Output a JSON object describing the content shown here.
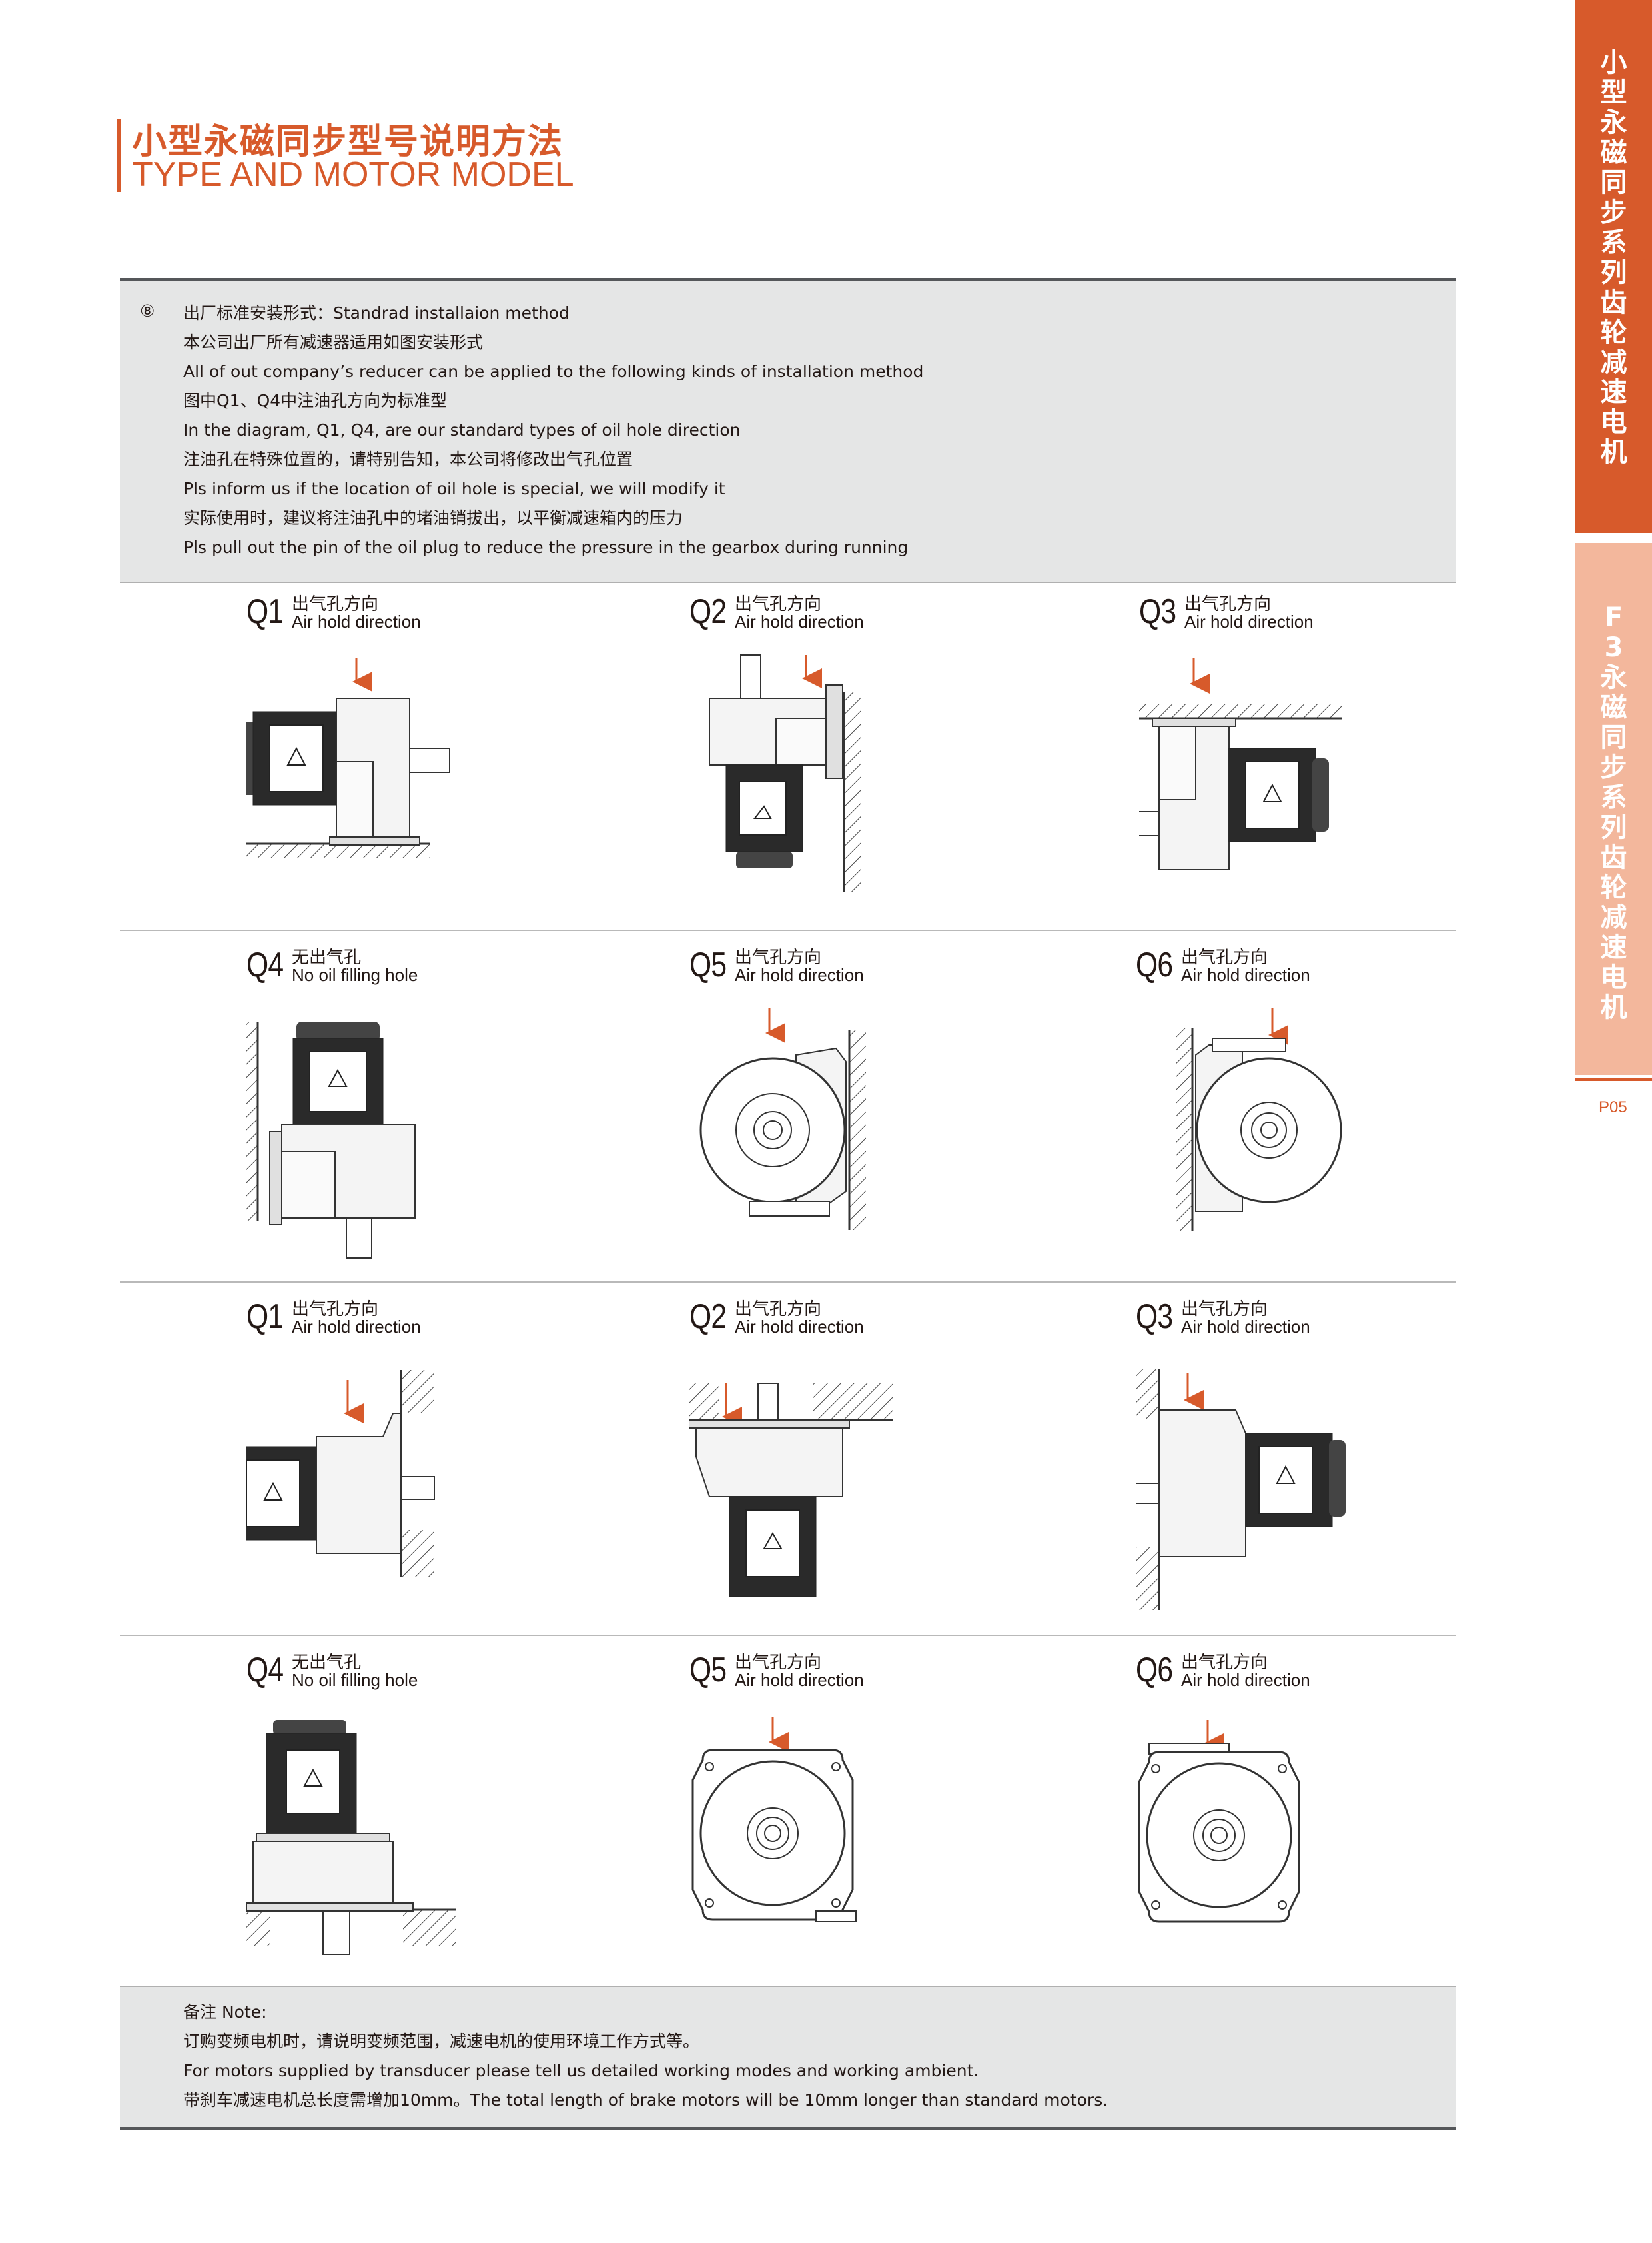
{
  "title": {
    "cn": "小型永磁同步型号说明方法",
    "en": "TYPE AND MOTOR MODEL"
  },
  "intro": {
    "marker": "⑧",
    "lines": [
      "出厂标准安装形式：Standrad installaion method",
      "本公司出厂所有减速器适用如图安装形式",
      "All of out company’s reducer can be applied to the following kinds of installation method",
      "图中Q1、Q4中注油孔方向为标准型",
      "In the diagram, Q1, Q4, are our standard types of oil hole direction",
      "注油孔在特殊位置的，请特别告知，本公司将修改出气孔位置",
      "Pls inform us if the location of oil hole is special, we will modify it",
      "实际使用时，建议将注油孔中的堵油销拔出，以平衡减速箱内的压力",
      "Pls pull out the pin of the oil plug to reduce the pressure in the gearbox during running"
    ]
  },
  "cells": [
    {
      "q": "Q1",
      "cn": "出气孔方向",
      "en": "Air hold direction"
    },
    {
      "q": "Q2",
      "cn": "出气孔方向",
      "en": "Air hold direction"
    },
    {
      "q": "Q3",
      "cn": "出气孔方向",
      "en": "Air hold direction"
    },
    {
      "q": "Q4",
      "cn": "无出气孔",
      "en": "No oil filling hole"
    },
    {
      "q": "Q5",
      "cn": "出气孔方向",
      "en": "Air hold direction"
    },
    {
      "q": "Q6",
      "cn": "出气孔方向",
      "en": "Air hold direction"
    },
    {
      "q": "Q1",
      "cn": "出气孔方向",
      "en": "Air hold direction"
    },
    {
      "q": "Q2",
      "cn": "出气孔方向",
      "en": "Air hold direction"
    },
    {
      "q": "Q3",
      "cn": "出气孔方向",
      "en": "Air hold direction"
    },
    {
      "q": "Q4",
      "cn": "无出气孔",
      "en": "No  oil  filling  hole"
    },
    {
      "q": "Q5",
      "cn": "出气孔方向",
      "en": "Air hold direction"
    },
    {
      "q": "Q6",
      "cn": "出气孔方向",
      "en": "Air hold direction"
    }
  ],
  "note": {
    "lines": [
      "备注 Note:",
      "订购变频电机时，请说明变频范围，减速电机的使用环境工作方式等。",
      "For motors supplied by transducer please tell us detailed working modes and working ambient.",
      "带刹车减速电机总长度需增加10mm。The total length of brake motors will be 10mm longer than standard motors."
    ]
  },
  "sidebar": {
    "top_text": "小型永磁同步系列齿轮减速电机",
    "mid_text": "F3永磁同步系列齿轮减速电机",
    "page": "P05"
  },
  "colors": {
    "accent": "#d75a2b",
    "accent_light": "#f3b79c",
    "panel": "#e5e6e6"
  },
  "icons": [
    "air-direction-arrow-icon",
    "warning-triangle-icon",
    "hatched-wall-icon"
  ]
}
